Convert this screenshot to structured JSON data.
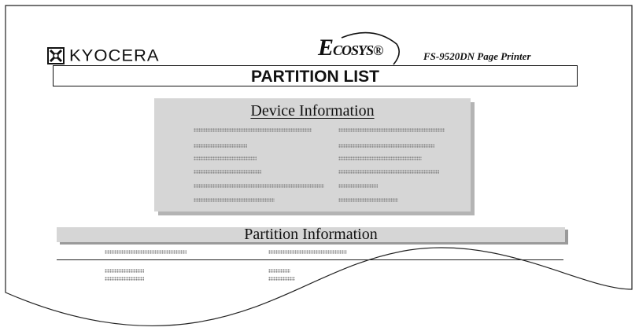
{
  "header": {
    "brand_name": "KYOCERA",
    "brand_icon": "kyocera-logo-icon",
    "eco_logo_text": "ECOSYS",
    "eco_logo_first": "E",
    "eco_logo_rest": "COSYS",
    "eco_logo_mark": "®",
    "model": "FS-9520DN  Page Printer"
  },
  "title": "PARTITION LIST",
  "device_info": {
    "heading": "Device Information"
  },
  "partition_info": {
    "heading": "Partition Information"
  },
  "colors": {
    "panel": "#d6d6d6",
    "panel_shadow": "#b4b4b4",
    "band_shadow": "#9a9a9a",
    "ink": "#111111"
  }
}
